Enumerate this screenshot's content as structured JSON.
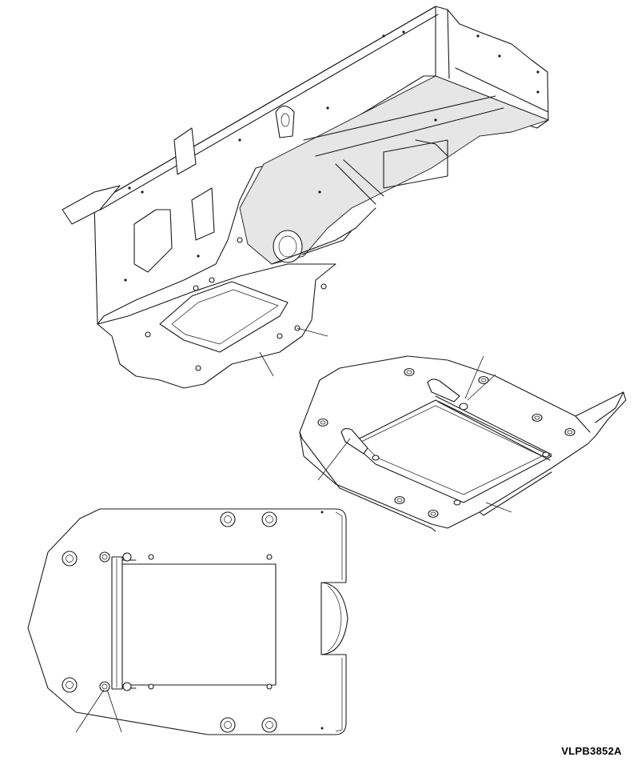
{
  "figure": {
    "code": "VLPB3852A"
  },
  "views": [
    {
      "id": "chassis-assembly",
      "description_hidden": true
    },
    {
      "id": "cover-plate-isometric"
    },
    {
      "id": "cover-plate-top"
    }
  ]
}
